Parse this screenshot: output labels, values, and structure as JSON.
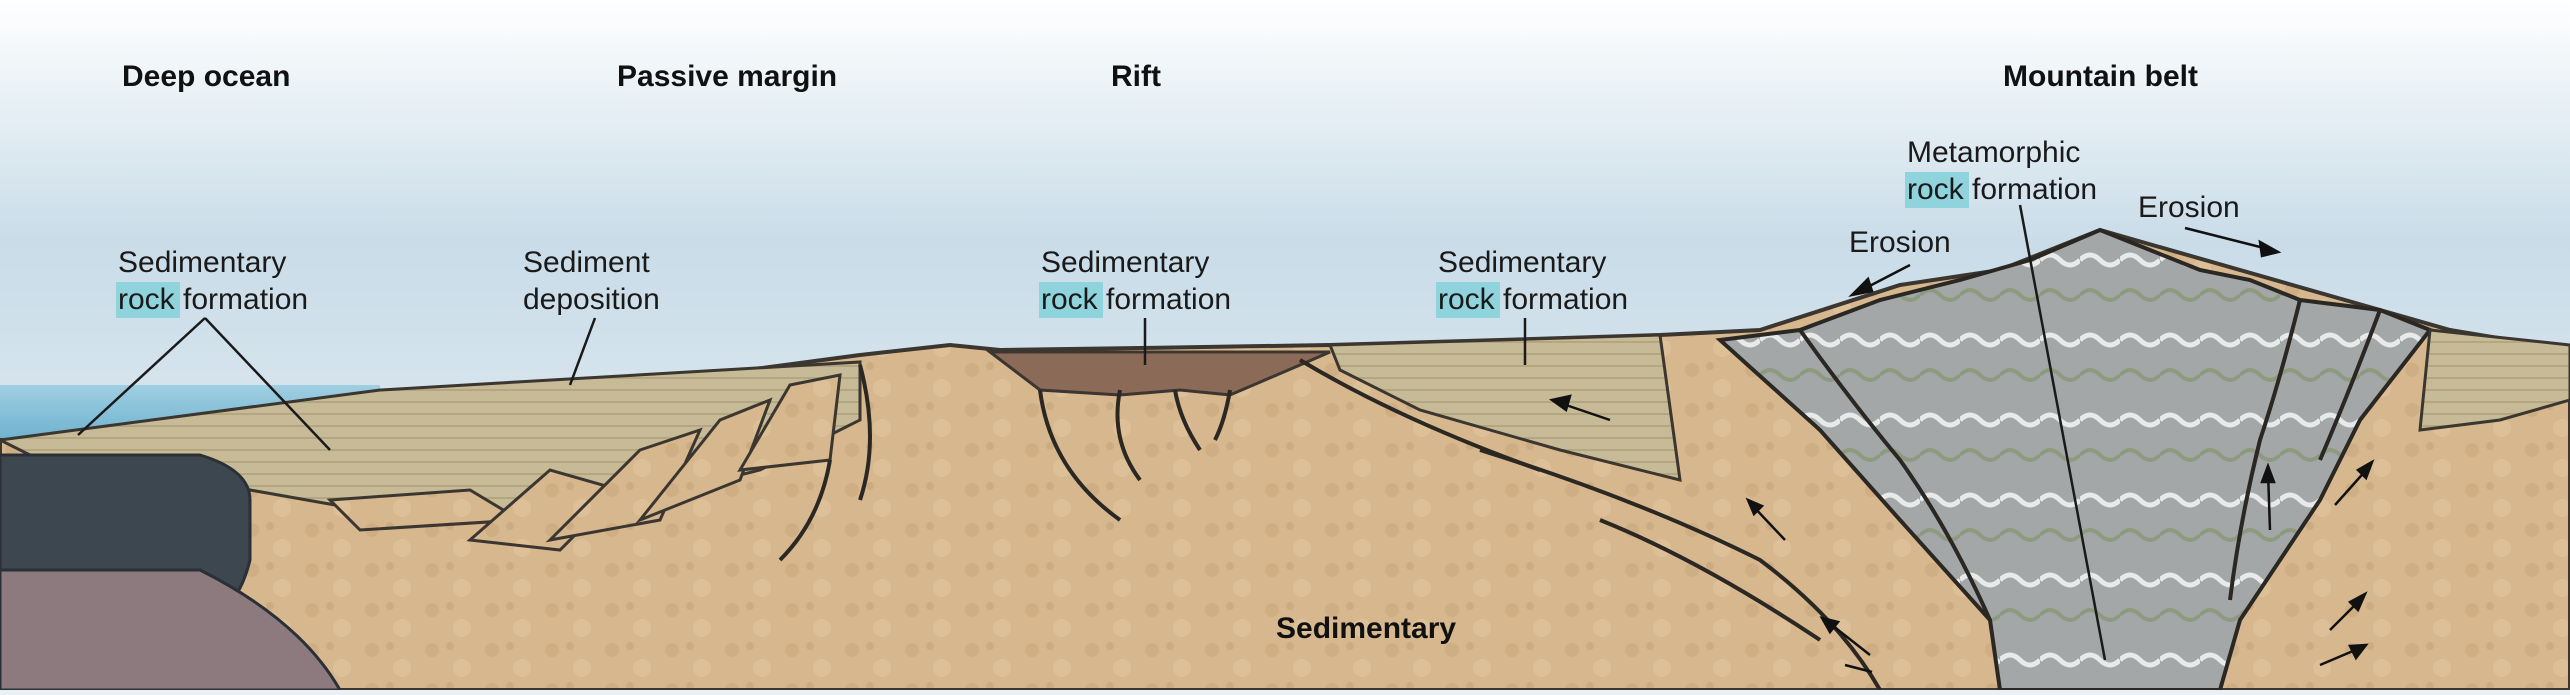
{
  "headings": {
    "deep_ocean": "Deep ocean",
    "passive_margin": "Passive margin",
    "rift": "Rift",
    "mountain_belt": "Mountain belt"
  },
  "labels": {
    "sed_rock_1": {
      "line1": "Sedimentary",
      "highlight": "rock",
      "rest": " formation"
    },
    "sediment_deposition": {
      "line1": "Sediment",
      "line2": "deposition"
    },
    "sed_rock_2": {
      "line1": "Sedimentary",
      "highlight": "rock",
      "rest": " formation"
    },
    "sed_rock_3": {
      "line1": "Sedimentary",
      "highlight": "rock",
      "rest": " formation"
    },
    "metamorphic": {
      "line1": "Metamorphic",
      "highlight": "rock",
      "rest": " formation"
    },
    "erosion_left": "Erosion",
    "erosion_right": "Erosion",
    "sedimentary_bottom": "Sedimentary"
  },
  "colors": {
    "sky_top": "#ffffff",
    "sky_bottom": "#bcd3e1",
    "ocean": "#8cc4dc",
    "crust": "#d4b58c",
    "sediment": "#c9bb98",
    "oceanic_crust": "#3d474f",
    "mantle": "#8c7a7f",
    "rift_fill": "#8c6a58",
    "metamorphic": "#a3a6a7",
    "highlight": "#8fd3dd"
  }
}
